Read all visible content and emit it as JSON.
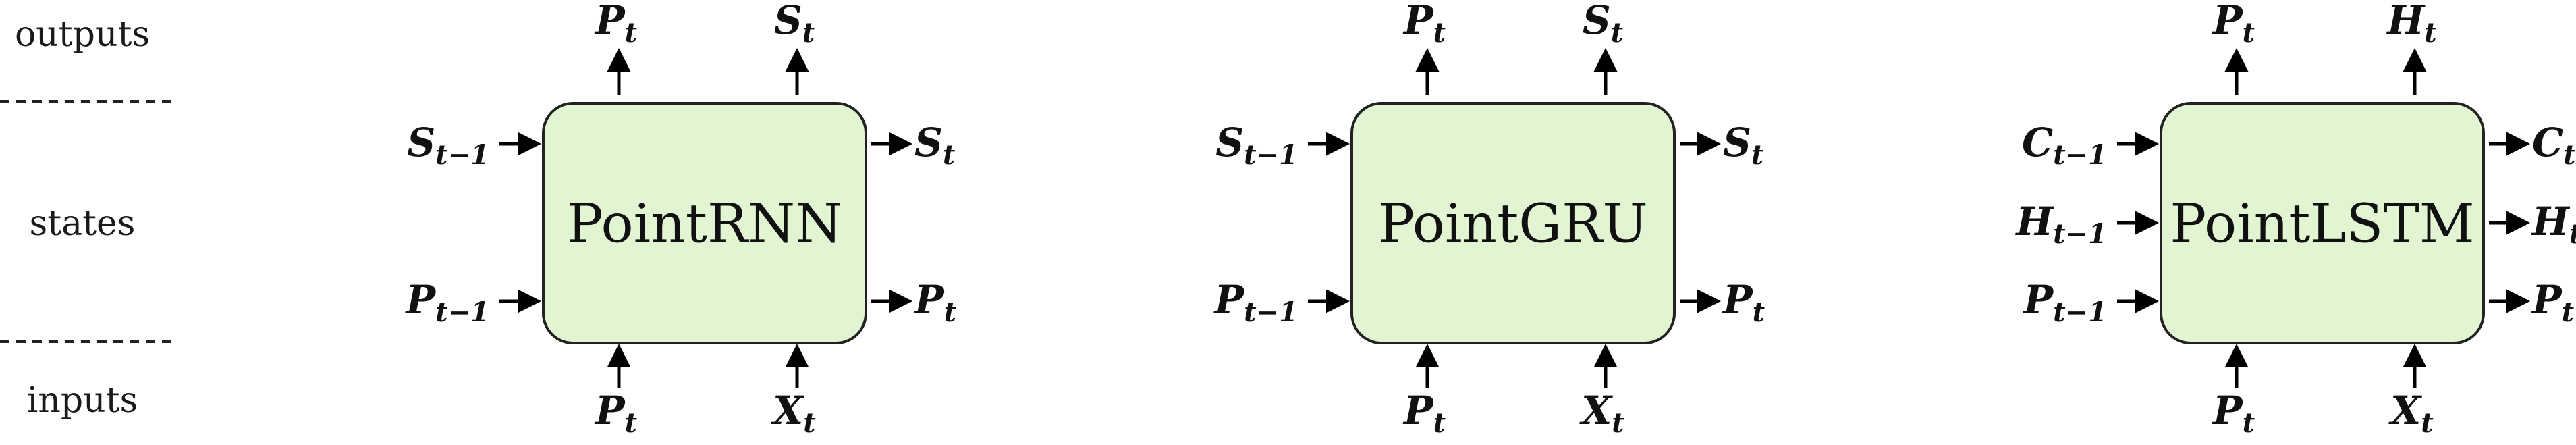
{
  "side_labels": {
    "outputs": "outputs",
    "states": "states",
    "inputs": "inputs"
  },
  "cells": [
    {
      "name": "PointRNN",
      "top_outputs": [
        {
          "main": "P",
          "sub": "t"
        },
        {
          "main": "S",
          "sub": "t"
        }
      ],
      "left_states": [
        {
          "main": "S",
          "sub": "t−1"
        },
        {
          "main": "P",
          "sub": "t−1"
        }
      ],
      "right_states": [
        {
          "main": "S",
          "sub": "t"
        },
        {
          "main": "P",
          "sub": "t"
        }
      ],
      "bottom_inputs": [
        {
          "main": "P",
          "sub": "t"
        },
        {
          "main": "X",
          "sub": "t"
        }
      ]
    },
    {
      "name": "PointGRU",
      "top_outputs": [
        {
          "main": "P",
          "sub": "t"
        },
        {
          "main": "S",
          "sub": "t"
        }
      ],
      "left_states": [
        {
          "main": "S",
          "sub": "t−1"
        },
        {
          "main": "P",
          "sub": "t−1"
        }
      ],
      "right_states": [
        {
          "main": "S",
          "sub": "t"
        },
        {
          "main": "P",
          "sub": "t"
        }
      ],
      "bottom_inputs": [
        {
          "main": "P",
          "sub": "t"
        },
        {
          "main": "X",
          "sub": "t"
        }
      ]
    },
    {
      "name": "PointLSTM",
      "top_outputs": [
        {
          "main": "P",
          "sub": "t"
        },
        {
          "main": "H",
          "sub": "t"
        }
      ],
      "left_states": [
        {
          "main": "C",
          "sub": "t−1"
        },
        {
          "main": "H",
          "sub": "t−1"
        },
        {
          "main": "P",
          "sub": "t−1"
        }
      ],
      "right_states": [
        {
          "main": "C",
          "sub": "t"
        },
        {
          "main": "H",
          "sub": "t"
        },
        {
          "main": "P",
          "sub": "t"
        }
      ],
      "bottom_inputs": [
        {
          "main": "P",
          "sub": "t"
        },
        {
          "main": "X",
          "sub": "t"
        }
      ]
    }
  ],
  "colors": {
    "cell_fill": "#e1f5d2",
    "cell_stroke": "#222222"
  }
}
